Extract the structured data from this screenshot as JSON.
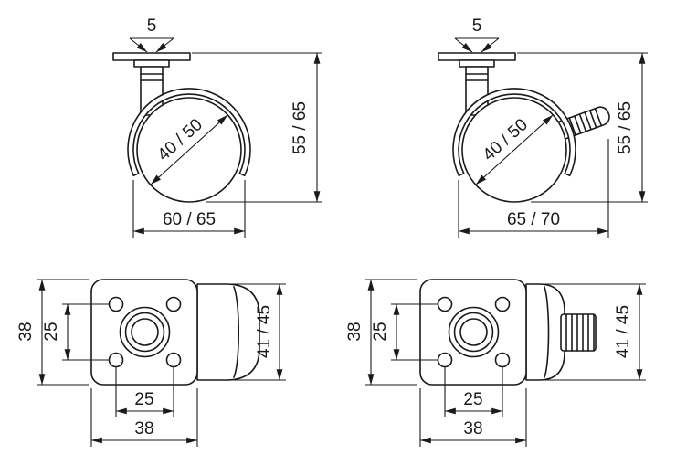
{
  "page": {
    "background": "#ffffff",
    "line_color": "#1a1a1a"
  },
  "drawings": {
    "side_swivel": {
      "plate_thickness": "5",
      "wheel_diameter": "40 / 50",
      "overall_height": "55 / 65",
      "overall_width": "60 / 65"
    },
    "side_braked": {
      "plate_thickness": "5",
      "wheel_diameter": "40 / 50",
      "overall_height": "55 / 65",
      "overall_width": "65 / 70"
    },
    "front_swivel": {
      "plate_height": "38",
      "hole_pitch_vertical": "25",
      "hole_pitch_horizontal": "25",
      "plate_width": "38",
      "overall_height": "41 / 45"
    },
    "front_braked": {
      "plate_height": "38",
      "hole_pitch_vertical": "25",
      "hole_pitch_horizontal": "25",
      "plate_width": "38",
      "overall_height": "41 / 45"
    }
  }
}
